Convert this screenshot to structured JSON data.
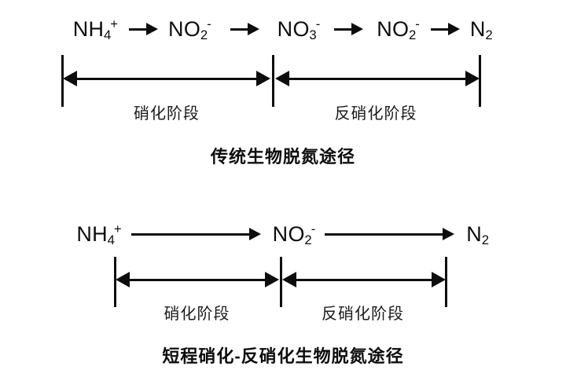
{
  "figure": {
    "title_implicit": "",
    "background_color": "#ffffff",
    "ink_color": "#0d0d0d"
  },
  "panels": [
    {
      "id": "traditional",
      "caption": "传统生物脱氮途径",
      "pathway": [
        {
          "formula": "NH",
          "sub": "4",
          "sup": "+"
        },
        {
          "formula": "NO",
          "sub": "2",
          "sup": "-"
        },
        {
          "formula": "NO",
          "sub": "3",
          "sup": "-"
        },
        {
          "formula": "NO",
          "sub": "2",
          "sup": "-"
        },
        {
          "formula": "N",
          "sub": "2",
          "sup": ""
        }
      ],
      "arrows": [
        "→",
        "→",
        "→",
        "→"
      ],
      "stages": [
        {
          "label": "硝化阶段"
        },
        {
          "label": "反硝化阶段"
        }
      ]
    },
    {
      "id": "shortcut",
      "caption": "短程硝化-反硝化生物脱氮途径",
      "pathway": [
        {
          "formula": "NH",
          "sub": "4",
          "sup": "+"
        },
        {
          "formula": "NO",
          "sub": "2",
          "sup": "-"
        },
        {
          "formula": "N",
          "sub": "2",
          "sup": ""
        }
      ],
      "arrows": [
        "→",
        "→"
      ],
      "stages": [
        {
          "label": "硝化阶段"
        },
        {
          "label": "反硝化阶段"
        }
      ]
    }
  ]
}
